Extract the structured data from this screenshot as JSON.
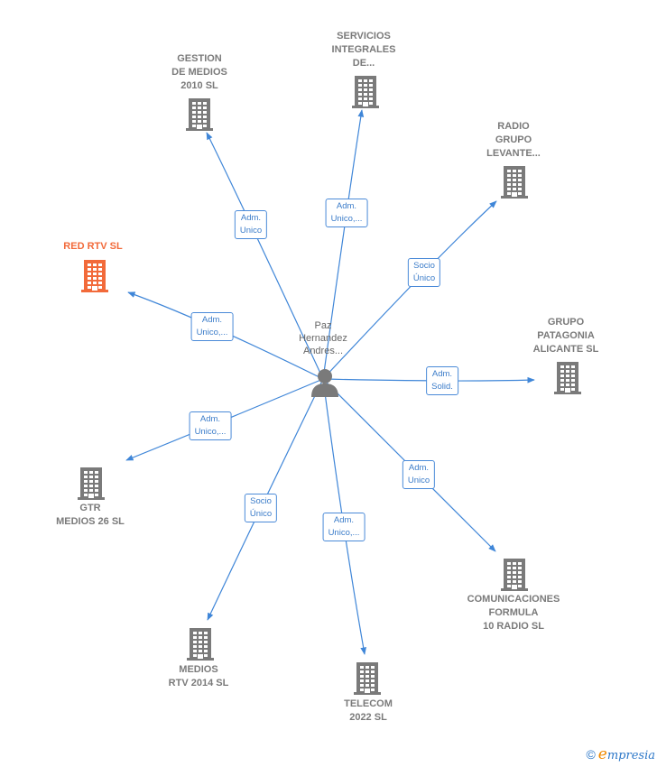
{
  "center": {
    "name_lines": [
      "Paz",
      "Hernandez",
      "Andres..."
    ],
    "icon": "person-icon"
  },
  "nodes": [
    {
      "id": "gestion-medios",
      "lines": [
        "GESTION",
        "DE MEDIOS",
        "2010 SL"
      ],
      "icon": "building-icon",
      "color": "#7a7a7a"
    },
    {
      "id": "servicios-integrales",
      "lines": [
        "SERVICIOS",
        "INTEGRALES",
        "DE..."
      ],
      "icon": "building-icon",
      "color": "#7a7a7a"
    },
    {
      "id": "radio-grupo-levante",
      "lines": [
        "RADIO",
        "GRUPO",
        "LEVANTE..."
      ],
      "icon": "building-icon",
      "color": "#7a7a7a"
    },
    {
      "id": "red-rtv",
      "lines": [
        "RED RTV  SL"
      ],
      "icon": "building-icon",
      "color": "#f26a3a"
    },
    {
      "id": "grupo-patagonia",
      "lines": [
        "GRUPO",
        "PATAGONIA",
        "ALICANTE SL"
      ],
      "icon": "building-icon",
      "color": "#7a7a7a"
    },
    {
      "id": "gtr-medios",
      "lines": [
        "GTR",
        "MEDIOS 26  SL"
      ],
      "icon": "building-icon",
      "color": "#7a7a7a"
    },
    {
      "id": "comunicaciones-formula",
      "lines": [
        "COMUNICACIONES",
        "FORMULA",
        "10 RADIO SL"
      ],
      "icon": "building-icon",
      "color": "#7a7a7a"
    },
    {
      "id": "medios-rtv",
      "lines": [
        "MEDIOS",
        "RTV 2014  SL"
      ],
      "icon": "building-icon",
      "color": "#7a7a7a"
    },
    {
      "id": "telecom",
      "lines": [
        "TELECOM",
        "2022  SL"
      ],
      "icon": "building-icon",
      "color": "#7a7a7a"
    }
  ],
  "edges": [
    {
      "to": "gestion-medios",
      "lines": [
        "Adm.",
        "Unico"
      ]
    },
    {
      "to": "servicios-integrales",
      "lines": [
        "Adm.",
        "Unico,..."
      ]
    },
    {
      "to": "radio-grupo-levante",
      "lines": [
        "Socio",
        "Único"
      ]
    },
    {
      "to": "red-rtv",
      "lines": [
        "Adm.",
        "Unico,..."
      ]
    },
    {
      "to": "grupo-patagonia",
      "lines": [
        "Adm.",
        "Solid."
      ]
    },
    {
      "to": "gtr-medios",
      "lines": [
        "Adm.",
        "Unico,..."
      ]
    },
    {
      "to": "comunicaciones-formula",
      "lines": [
        "Adm.",
        "Unico"
      ]
    },
    {
      "to": "medios-rtv",
      "lines": [
        "Socio",
        "Único"
      ]
    },
    {
      "to": "telecom",
      "lines": [
        "Adm.",
        "Unico,..."
      ]
    }
  ],
  "colors": {
    "edge": "#3f86d8",
    "icon": "#7a7a7a",
    "highlight": "#f26a3a"
  },
  "footer": {
    "copyright": "©",
    "brand_first": "e",
    "brand_rest": "mpresia"
  }
}
